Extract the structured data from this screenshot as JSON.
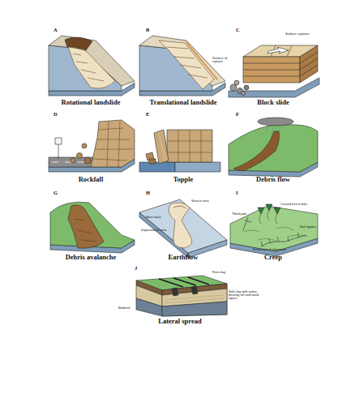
{
  "diagram": {
    "labels": [
      "A",
      "Rotational landslide",
      "B",
      "Surface of rupture",
      "Translational landslide",
      "C",
      "Surface ruptures",
      "Block slide",
      "D",
      "Rockfall",
      "E",
      "Topple",
      "F",
      "Debris flow",
      "G",
      "Debris avalanche",
      "H",
      "Source area",
      "Main track",
      "Depositional area",
      "Earthflow",
      "I",
      "Curved tree trunks",
      "Tilted pole",
      "Soil ripples",
      "Fence out of alignment",
      "Creep",
      "J",
      "Firm clay",
      "Soft clay with water-bearing silt and sand layers",
      "Bedrock",
      "Lateral spread"
    ]
  }
}
